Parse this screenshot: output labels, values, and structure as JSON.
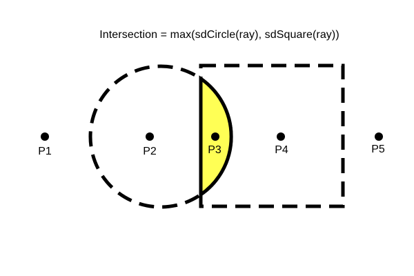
{
  "title": "Intersection = max(sdCircle(ray), sdSquare(ray))",
  "points": [
    {
      "label": "P1"
    },
    {
      "label": "P2"
    },
    {
      "label": "P3"
    },
    {
      "label": "P4"
    },
    {
      "label": "P5"
    }
  ],
  "colors": {
    "stroke": "#000000",
    "intersection_fill": "#ffff55",
    "background": "#ffffff"
  }
}
